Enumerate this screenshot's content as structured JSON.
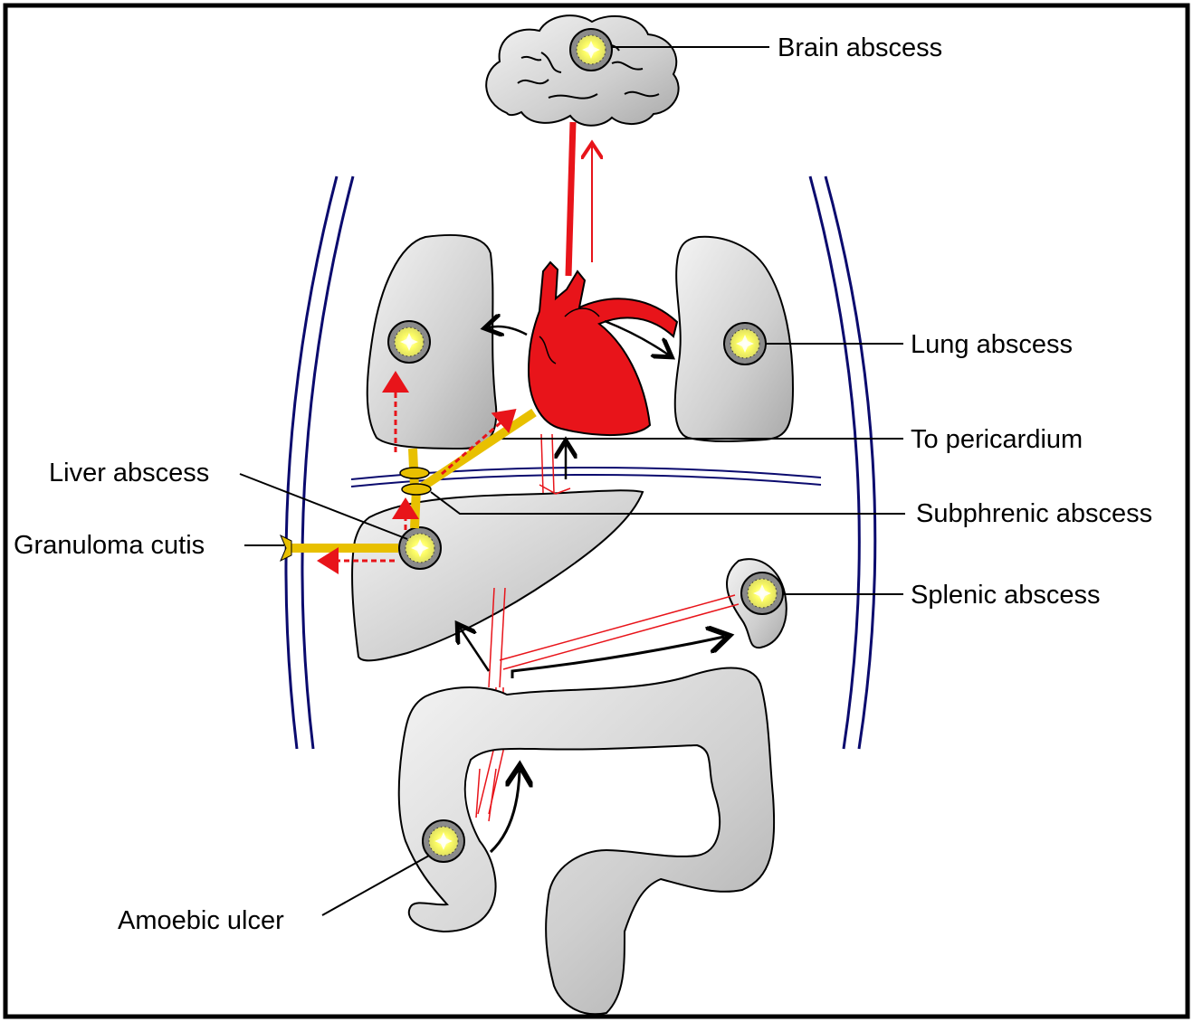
{
  "labels": {
    "brain": "Brain abscess",
    "lung": "Lung abscess",
    "pericardium": "To pericardium",
    "liver": "Liver abscess",
    "subphrenic": "Subphrenic abscess",
    "granuloma": "Granuloma cutis",
    "splenic": "Splenic abscess",
    "amoebic": "Amoebic ulcer"
  },
  "colors": {
    "frame": "#000000",
    "body_wall": "#0a0a6e",
    "artery": "#e8141a",
    "heart": "#e8141a",
    "fistula": "#e8c000",
    "organ": "#c8c8c8",
    "abscess_core": "#ffff66"
  }
}
